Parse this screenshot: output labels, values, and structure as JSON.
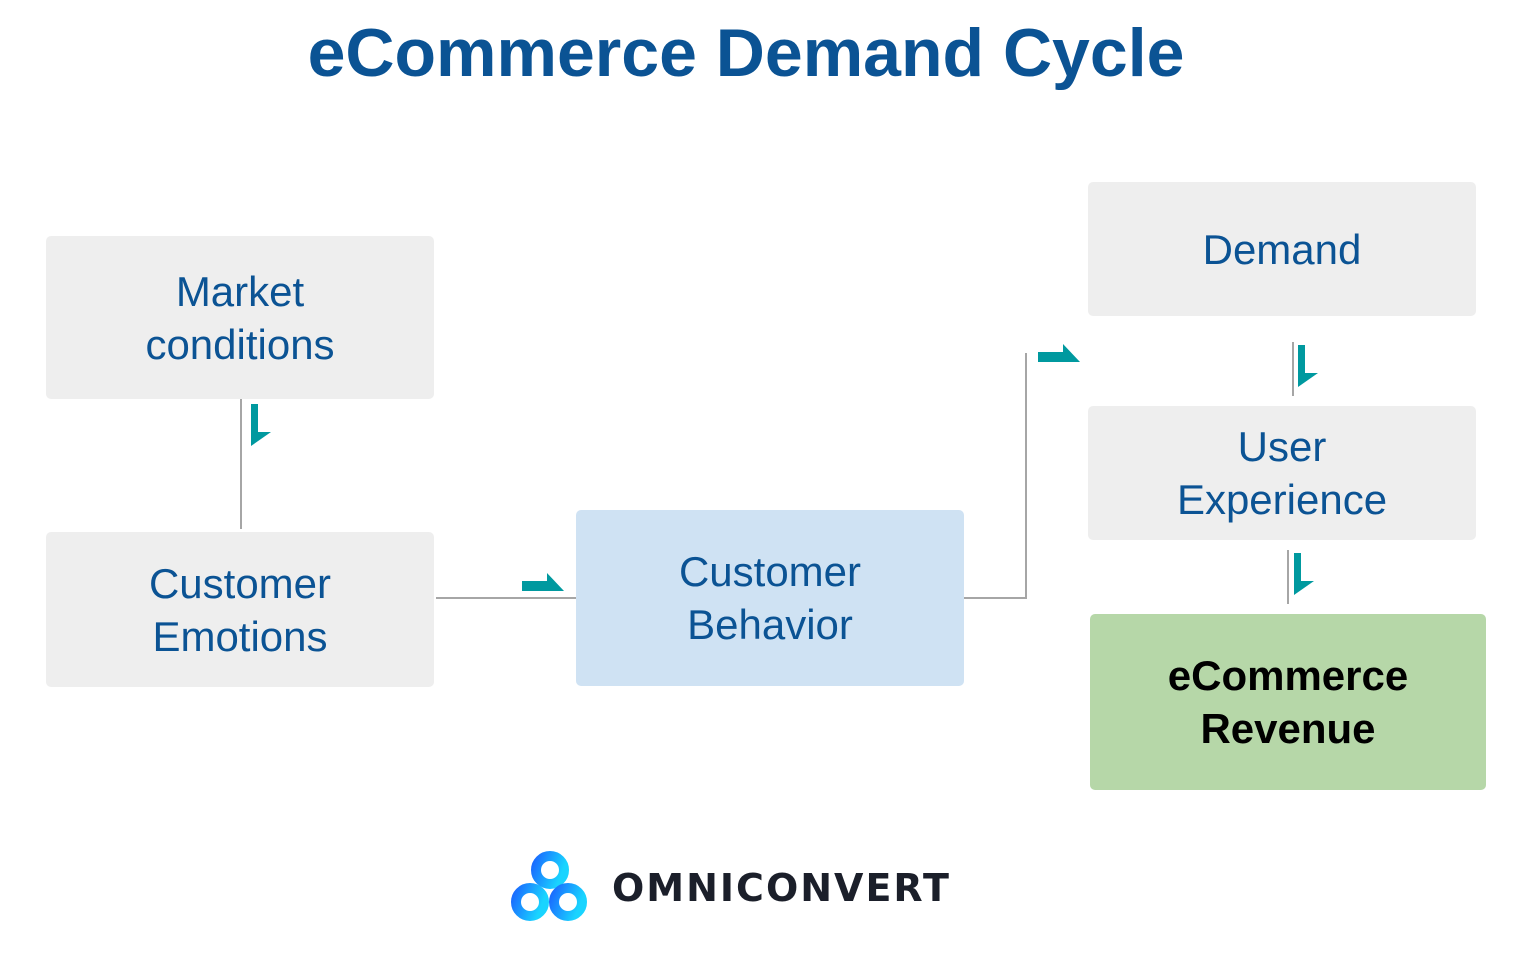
{
  "title": "eCommerce Demand Cycle",
  "nodes": {
    "market_conditions": "Market conditions",
    "customer_emotions": "Customer Emotions",
    "customer_behavior": "Customer Behavior",
    "demand": "Demand",
    "user_experience": "User Experience",
    "ecommerce_revenue": "eCommerce Revenue"
  },
  "colors": {
    "title": "#0b5394",
    "node_text": "#0b5394",
    "node_gray": "#eeeeee",
    "node_blue": "#cfe2f3",
    "node_green": "#b6d7a8",
    "arrow": "#00999f",
    "connector": "#a6a6a6"
  },
  "logo": {
    "icon": "omniconvert-rings-icon",
    "text": "OMNICONVERT"
  }
}
